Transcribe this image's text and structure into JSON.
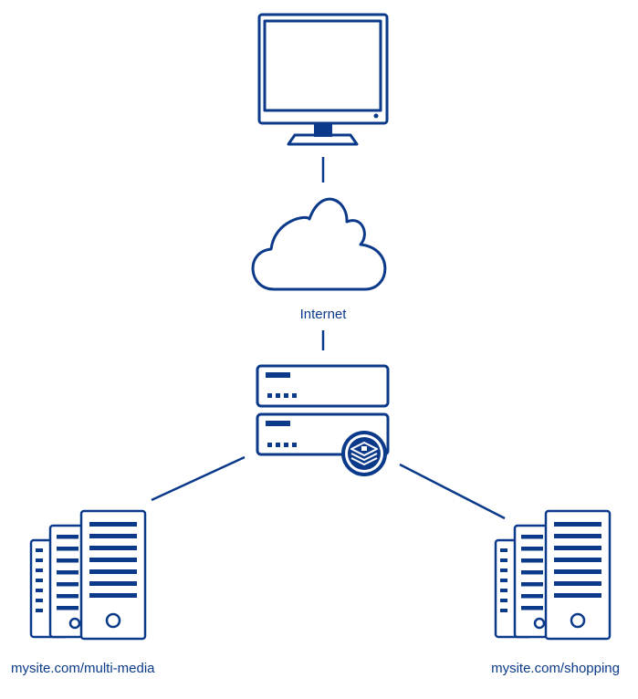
{
  "colors": {
    "primary": "#0b3a8a",
    "background": "#ffffff"
  },
  "icons": {
    "client": "monitor-icon",
    "network": "cloud-icon",
    "balancer": "load-balancer-icon",
    "badge": "stack-badge-icon",
    "server": "server-rack-icon"
  },
  "labels": {
    "internet": "Internet",
    "left_server": "mysite.com/multi-media",
    "right_server": "mysite.com/shopping"
  }
}
